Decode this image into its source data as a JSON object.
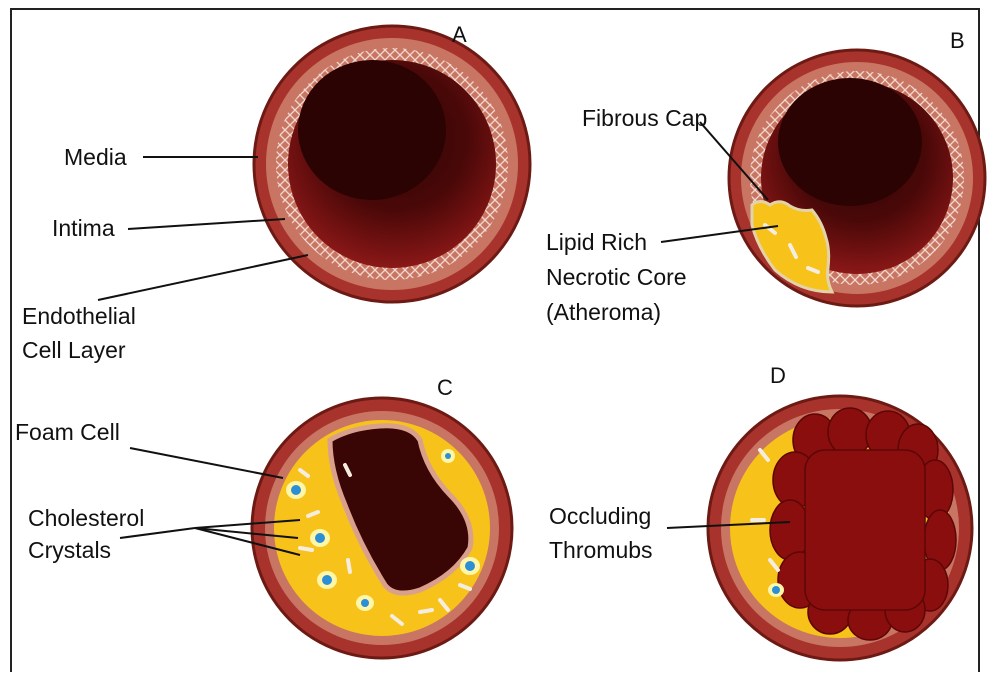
{
  "panels": {
    "a": {
      "letter": "A",
      "labels": {
        "media": "Media",
        "intima": "Intima",
        "endo_1": "Endothelial",
        "endo_2": "Cell Layer"
      }
    },
    "b": {
      "letter": "B",
      "labels": {
        "fibrous_cap": "Fibrous Cap",
        "lipid_1": "Lipid Rich",
        "lipid_2": "Necrotic Core",
        "lipid_3": "(Atheroma)"
      }
    },
    "c": {
      "letter": "C",
      "labels": {
        "foam_cell": "Foam Cell",
        "chol_1": "Cholesterol",
        "chol_2": "Crystals"
      }
    },
    "d": {
      "letter": "D",
      "labels": {
        "occ_1": "Occluding",
        "occ_2": "Thromubs"
      }
    }
  },
  "colors": {
    "outer_wall": "#a8332c",
    "media": "#c97563",
    "intima": "#d9a08c",
    "lumen_dark": "#3a0606",
    "lumen_mid": "#6b0f0f",
    "lumen_light": "#8b1616",
    "lipid": "#f7c21a",
    "thrombus": "#8a0e0e",
    "foam_cell": "#2a8fd6"
  }
}
